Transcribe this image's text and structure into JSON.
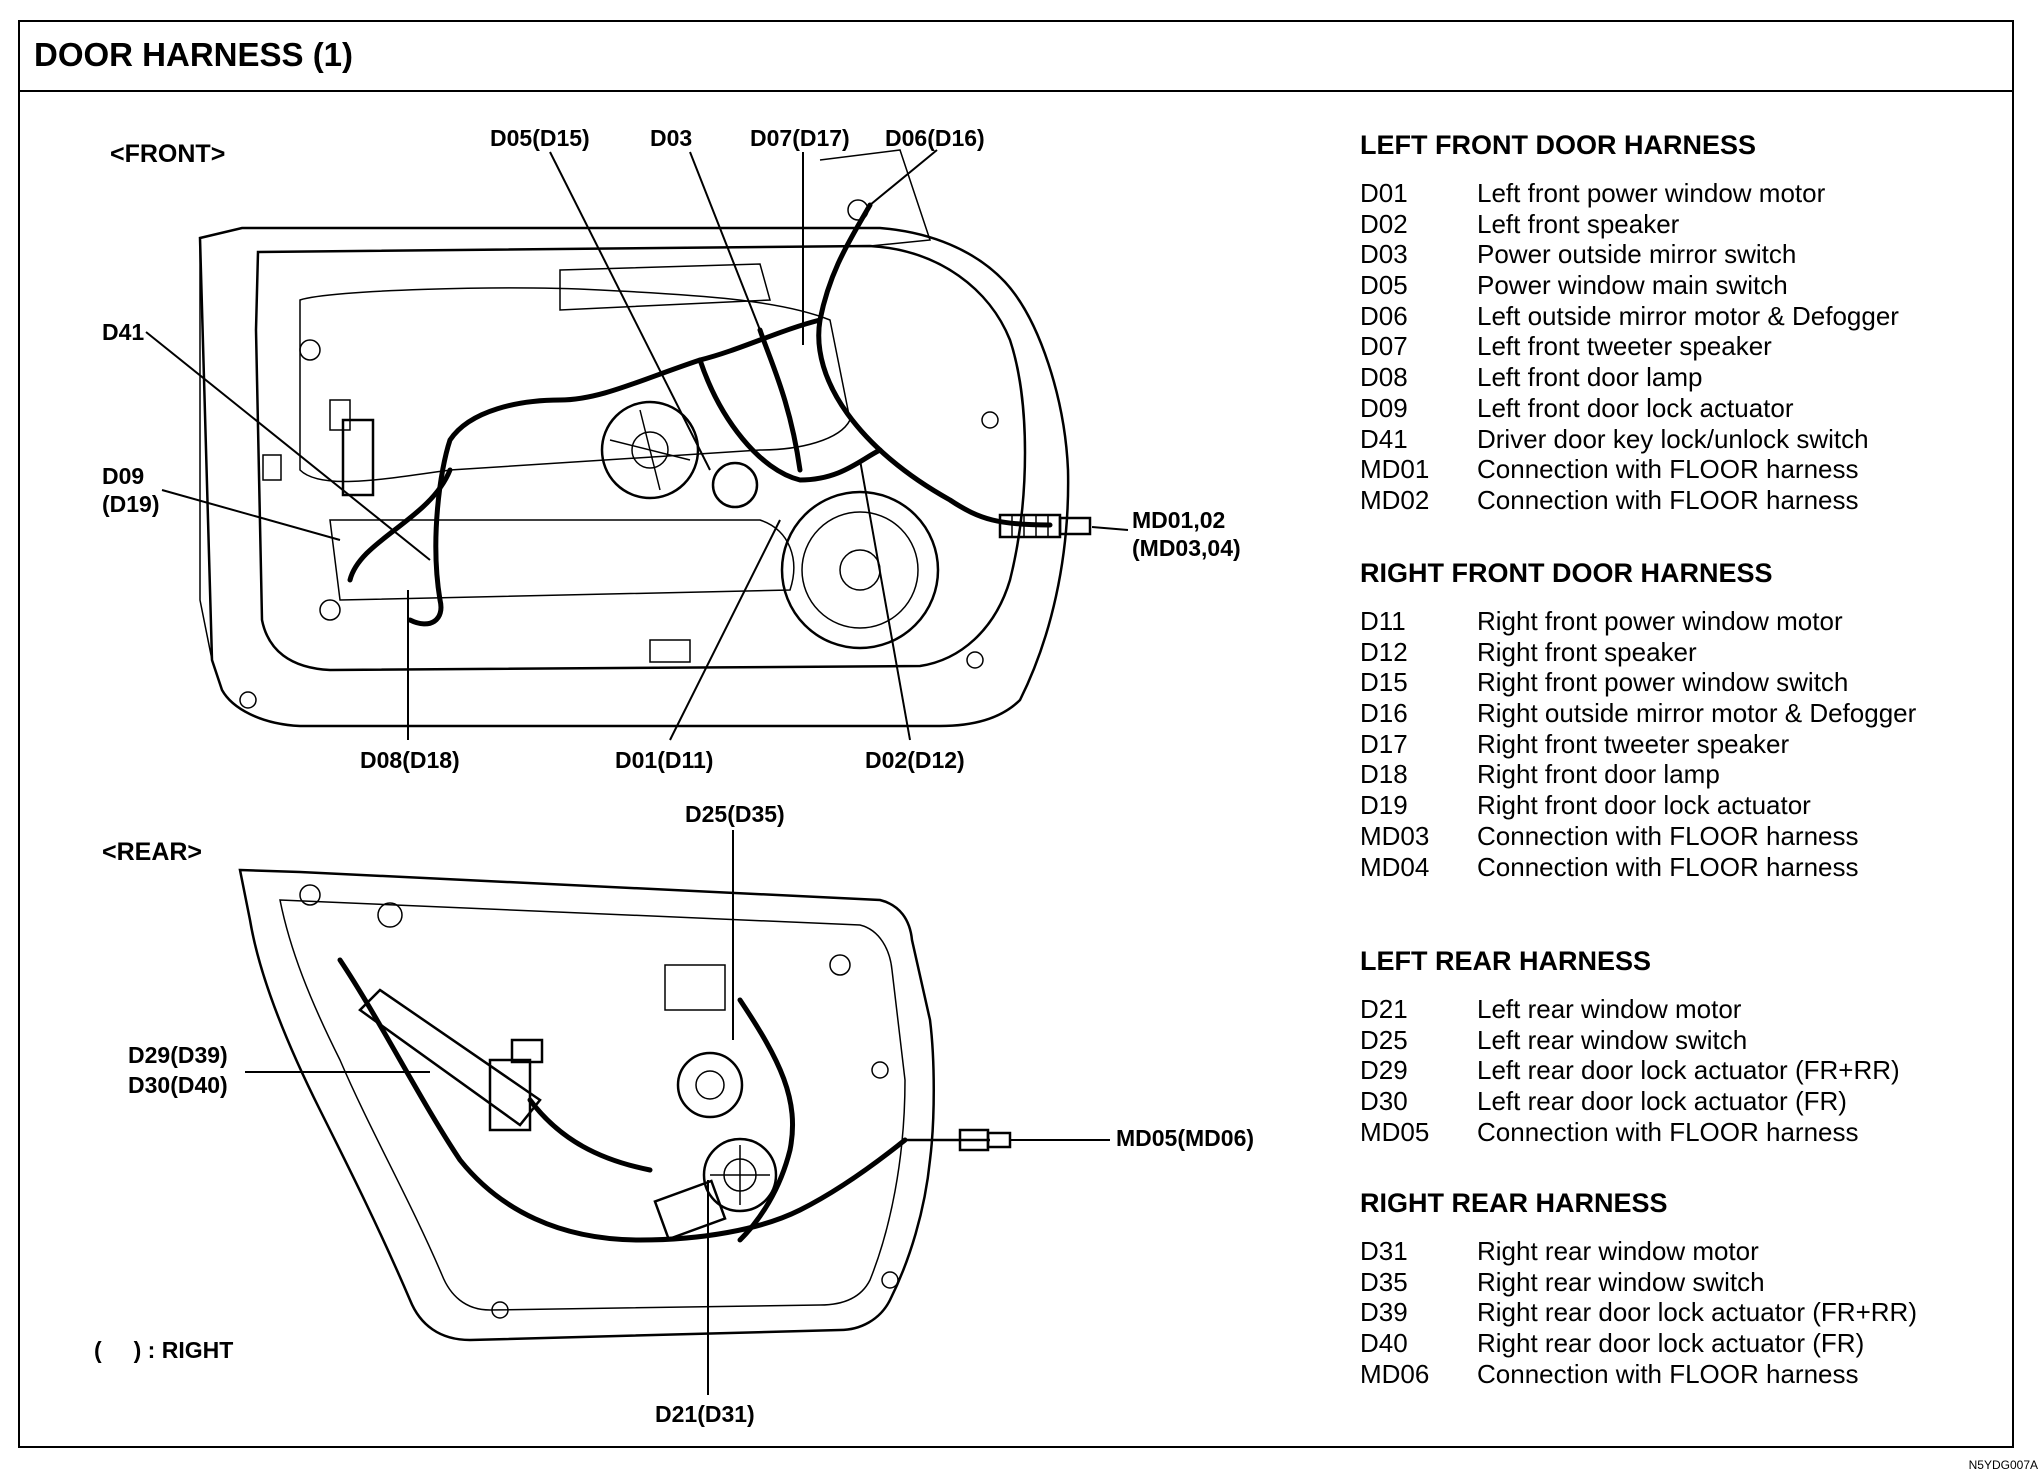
{
  "title": "DOOR HARNESS (1)",
  "views": {
    "front": "<FRONT>",
    "rear": "<REAR>"
  },
  "front_labels": {
    "d05": "D05(D15)",
    "d03": "D03",
    "d07": "D07(D17)",
    "d06": "D06(D16)",
    "d41": "D41",
    "d09a": "D09",
    "d09b": "(D19)",
    "md01a": "MD01,02",
    "md01b": "(MD03,04)",
    "d08": "D08(D18)",
    "d01": "D01(D11)",
    "d02": "D02(D12)"
  },
  "rear_labels": {
    "d25": "D25(D35)",
    "d29": "D29(D39)",
    "d30": "D30(D40)",
    "md05": "MD05(MD06)",
    "d21": "D21(D31)"
  },
  "note": "(     ) : RIGHT",
  "legend": {
    "left_front": {
      "heading": "LEFT FRONT DOOR HARNESS",
      "items": [
        {
          "code": "D01",
          "desc": "Left front power window motor"
        },
        {
          "code": "D02",
          "desc": "Left front speaker"
        },
        {
          "code": "D03",
          "desc": "Power outside mirror switch"
        },
        {
          "code": "D05",
          "desc": "Power window main switch"
        },
        {
          "code": "D06",
          "desc": "Left outside mirror motor & Defogger"
        },
        {
          "code": "D07",
          "desc": "Left front tweeter speaker"
        },
        {
          "code": "D08",
          "desc": "Left front door lamp"
        },
        {
          "code": "D09",
          "desc": "Left front door lock actuator"
        },
        {
          "code": "D41",
          "desc": "Driver door key lock/unlock switch"
        },
        {
          "code": "MD01",
          "desc": "Connection with FLOOR harness"
        },
        {
          "code": "MD02",
          "desc": "Connection with FLOOR harness"
        }
      ]
    },
    "right_front": {
      "heading": "RIGHT FRONT DOOR HARNESS",
      "items": [
        {
          "code": "D11",
          "desc": "Right front power window motor"
        },
        {
          "code": "D12",
          "desc": "Right front speaker"
        },
        {
          "code": "D15",
          "desc": "Right front power window switch"
        },
        {
          "code": "D16",
          "desc": "Right outside mirror motor & Defogger"
        },
        {
          "code": "D17",
          "desc": "Right front tweeter speaker"
        },
        {
          "code": "D18",
          "desc": "Right front door lamp"
        },
        {
          "code": "D19",
          "desc": "Right front door lock actuator"
        },
        {
          "code": "MD03",
          "desc": "Connection with FLOOR harness"
        },
        {
          "code": "MD04",
          "desc": "Connection with FLOOR harness"
        }
      ]
    },
    "left_rear": {
      "heading": "LEFT REAR HARNESS",
      "items": [
        {
          "code": "D21",
          "desc": "Left rear window motor"
        },
        {
          "code": "D25",
          "desc": "Left rear window switch"
        },
        {
          "code": "D29",
          "desc": "Left rear door lock actuator (FR+RR)"
        },
        {
          "code": "D30",
          "desc": "Left rear door lock actuator (FR)"
        },
        {
          "code": "MD05",
          "desc": "Connection with FLOOR harness"
        }
      ]
    },
    "right_rear": {
      "heading": "RIGHT REAR HARNESS",
      "items": [
        {
          "code": "D31",
          "desc": "Right rear window motor"
        },
        {
          "code": "D35",
          "desc": "Right rear window switch"
        },
        {
          "code": "D39",
          "desc": "Right rear door lock actuator (FR+RR)"
        },
        {
          "code": "D40",
          "desc": "Right rear door lock actuator (FR)"
        },
        {
          "code": "MD06",
          "desc": "Connection with FLOOR harness"
        }
      ]
    }
  },
  "figure_code": "N5YDG007A"
}
